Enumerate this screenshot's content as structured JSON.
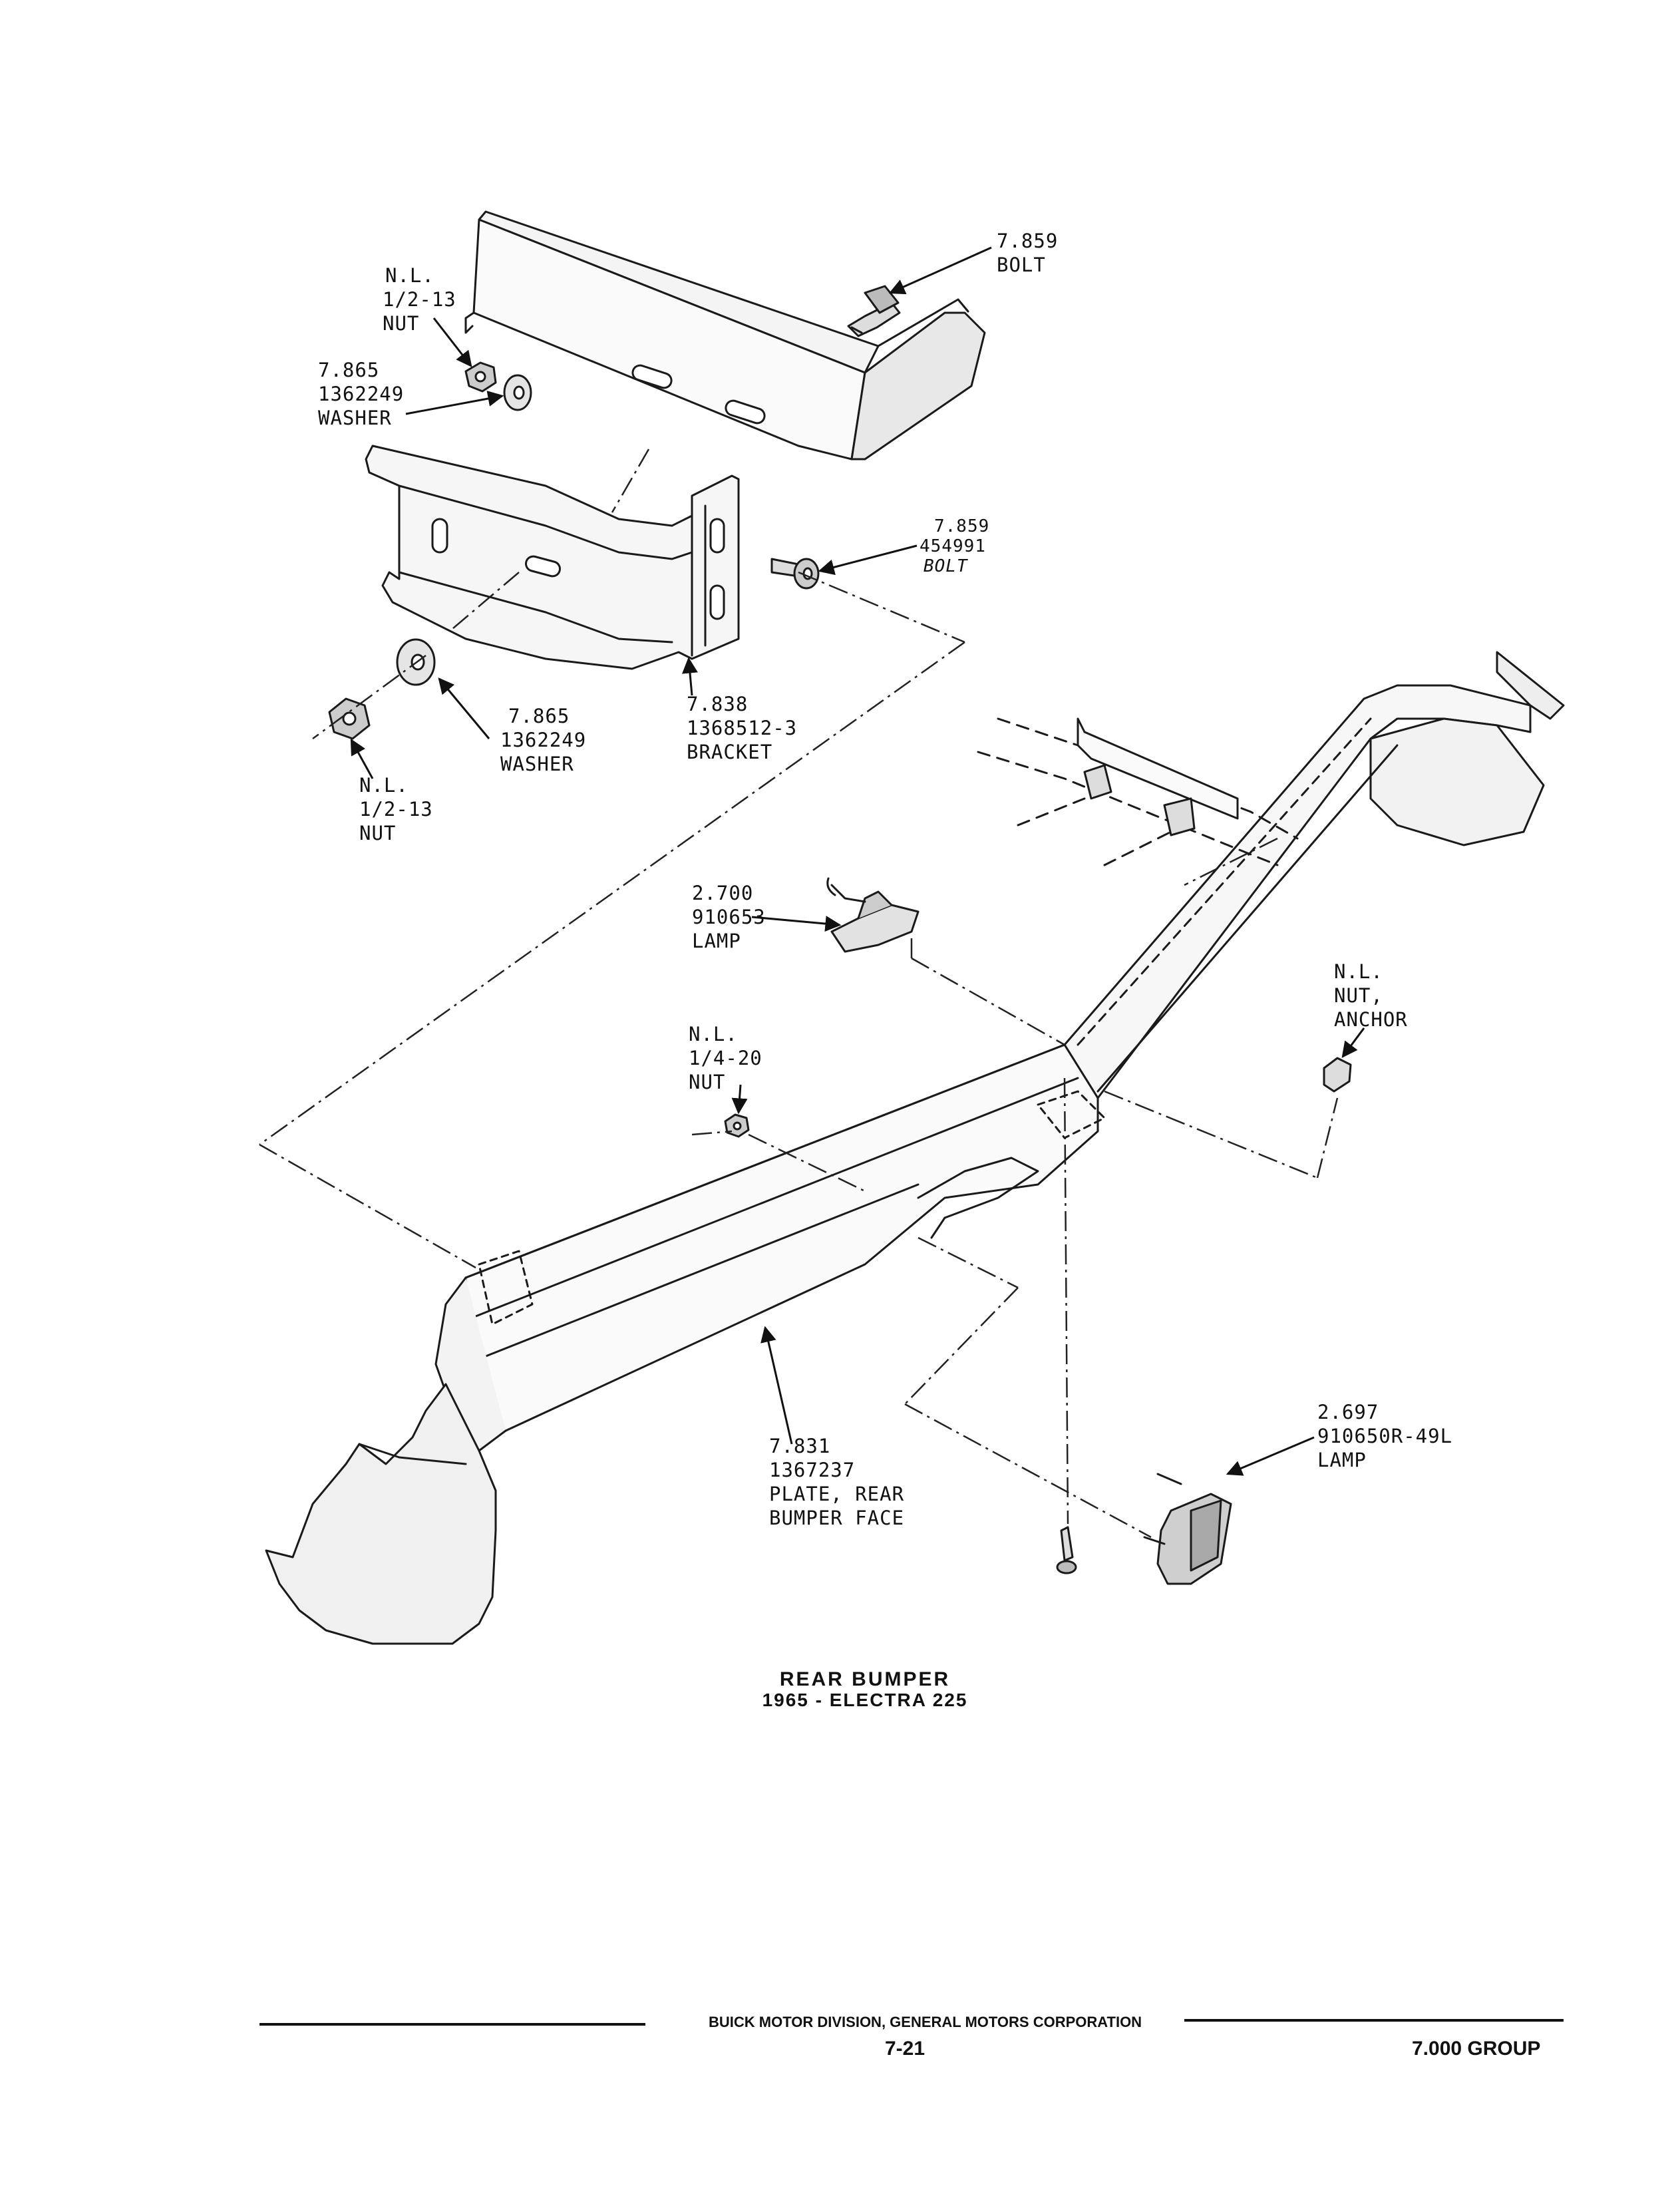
{
  "callouts": {
    "bolt_top": {
      "lines": [
        "7.859",
        "BOLT"
      ]
    },
    "nut_top": {
      "lines": [
        "N.L.",
        "1/2-13",
        "NUT"
      ]
    },
    "washer_top": {
      "lines": [
        "7.865",
        "1362249",
        "WASHER"
      ]
    },
    "bolt_mid": {
      "lines": [
        "7.859",
        "454991",
        "BOLT"
      ]
    },
    "washer_mid": {
      "lines": [
        "7.865",
        "1362249",
        "WASHER"
      ]
    },
    "bracket": {
      "lines": [
        "7.838",
        "1368512-3",
        "BRACKET"
      ]
    },
    "nut_left": {
      "lines": [
        "N.L.",
        "1/2-13",
        "NUT"
      ]
    },
    "lamp_center": {
      "lines": [
        "2.700",
        "910653",
        "LAMP"
      ]
    },
    "nut_small": {
      "lines": [
        "N.L.",
        "1/4-20",
        "NUT"
      ]
    },
    "nut_anchor": {
      "lines": [
        "N.L.",
        "NUT,",
        "ANCHOR"
      ]
    },
    "plate": {
      "lines": [
        "7.831",
        "1367237",
        "PLATE, REAR",
        "BUMPER FACE"
      ]
    },
    "lamp_right": {
      "lines": [
        "2.697",
        "910650R-49L",
        "LAMP"
      ]
    }
  },
  "caption": {
    "line1": "REAR BUMPER",
    "line2": "1965 - ELECTRA 225"
  },
  "footer": {
    "publisher": "BUICK MOTOR DIVISION, GENERAL MOTORS CORPORATION",
    "page_number": "7-21",
    "group": "7.000 GROUP"
  }
}
